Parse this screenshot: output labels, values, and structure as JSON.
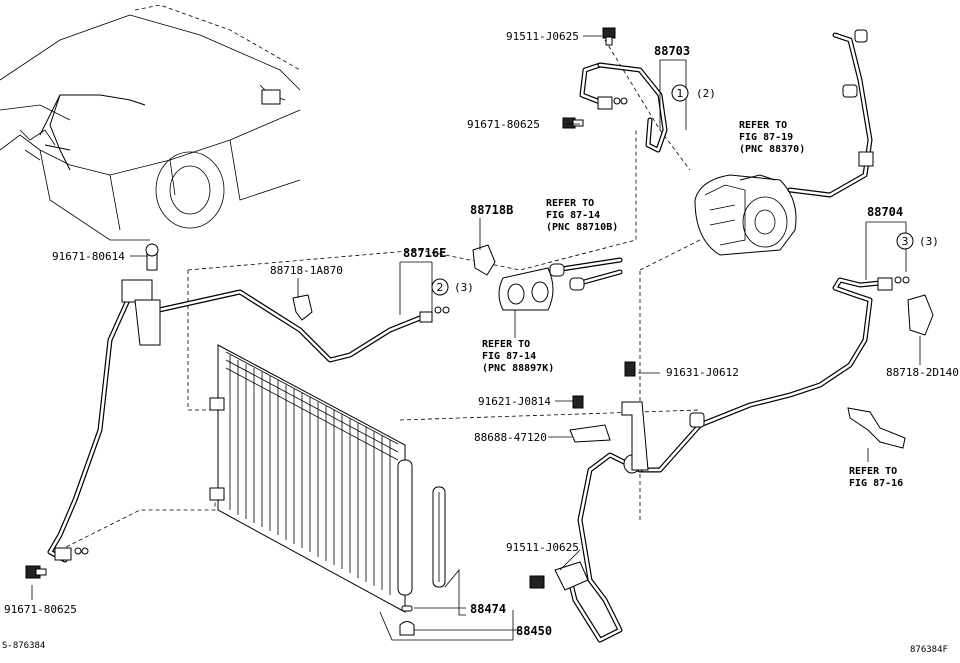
{
  "labels": {
    "p91511_top": "91511-J0625",
    "p88703": "88703",
    "p91671_80625_top": "91671-80625",
    "ref_87_19_l1": "REFER TO",
    "ref_87_19_l2": "FIG 87-19",
    "ref_87_19_l3": "(PNC 88370)",
    "p88704": "88704",
    "p91671_80614": "91671-80614",
    "p88718_1A870": "88718-1A870",
    "p88716E": "88716E",
    "p88718B": "88718B",
    "ref_87_14a_l1": "REFER TO",
    "ref_87_14a_l2": "FIG 87-14",
    "ref_87_14a_l3": "(PNC 88710B)",
    "ref_87_14b_l1": "REFER TO",
    "ref_87_14b_l2": "FIG 87-14",
    "ref_87_14b_l3": "(PNC 88897K)",
    "p91631": "91631-J0612",
    "p91621": "91621-J0814",
    "p88688": "88688-47120",
    "p88718_2D140": "88718-2D140",
    "ref_87_16_l1": "REFER TO",
    "ref_87_16_l2": "FIG 87-16",
    "p91511_bottom": "91511-J0625",
    "p91671_80625_bottom": "91671-80625",
    "p88474": "88474",
    "p88450": "88450",
    "callout1": "1",
    "callout1_qty": "(2)",
    "callout2": "2",
    "callout2_qty": "(3)",
    "callout3": "3",
    "callout3_qty": "(3)",
    "footer_left": "S-876384",
    "footer_right": "876384F"
  }
}
